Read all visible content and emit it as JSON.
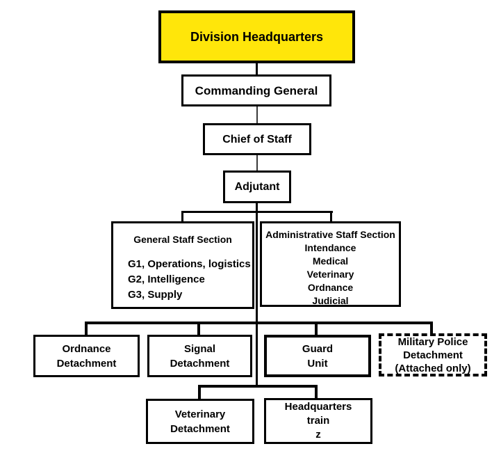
{
  "colors": {
    "highlight_yellow": "#FFE60A",
    "line_black": "#000000",
    "background": "#FFFFFF"
  },
  "nodes": {
    "division_hq": {
      "label": "Division Headquarters",
      "fill": "#FFE60A"
    },
    "commanding_general": {
      "label": "Commanding General"
    },
    "chief_of_staff": {
      "label": "Chief of Staff"
    },
    "adjutant": {
      "label": "Adjutant"
    },
    "general_staff": {
      "title": "General Staff Section",
      "items": [
        "G1, Operations, logistics",
        "G2, Intelligence",
        "G3, Supply"
      ]
    },
    "admin_staff": {
      "title": "Administrative Staff Section",
      "items": [
        "Intendance",
        "Medical",
        "Veterinary",
        "Ordnance",
        "Judicial"
      ]
    },
    "ordnance_det": {
      "lines": [
        "Ordnance",
        "Detachment"
      ]
    },
    "signal_det": {
      "lines": [
        "Signal",
        "Detachment"
      ]
    },
    "guard_unit": {
      "lines": [
        "Guard",
        "Unit"
      ]
    },
    "military_police": {
      "lines": [
        "Military Police",
        "Detachment",
        "(Attached only)"
      ],
      "border_style": "dashed"
    },
    "veterinary_det": {
      "lines": [
        "Veterinary",
        "Detachment"
      ]
    },
    "hq_train": {
      "lines": [
        "Headquarters",
        "train",
        "z"
      ]
    }
  },
  "edges": [
    {
      "from": "Division Headquarters",
      "to": "Commanding General"
    },
    {
      "from": "Commanding General",
      "to": "Chief of Staff"
    },
    {
      "from": "Chief of Staff",
      "to": "Adjutant"
    },
    {
      "from": "Adjutant",
      "to": "General Staff Section"
    },
    {
      "from": "Adjutant",
      "to": "Administrative Staff Section"
    },
    {
      "from": "Adjutant",
      "to": "Ordnance Detachment"
    },
    {
      "from": "Adjutant",
      "to": "Signal Detachment"
    },
    {
      "from": "Adjutant",
      "to": "Guard Unit"
    },
    {
      "from": "Adjutant",
      "to": "Military Police Detachment"
    },
    {
      "from": "Adjutant",
      "to": "Veterinary Detachment"
    },
    {
      "from": "Adjutant",
      "to": "Headquarters train"
    }
  ]
}
